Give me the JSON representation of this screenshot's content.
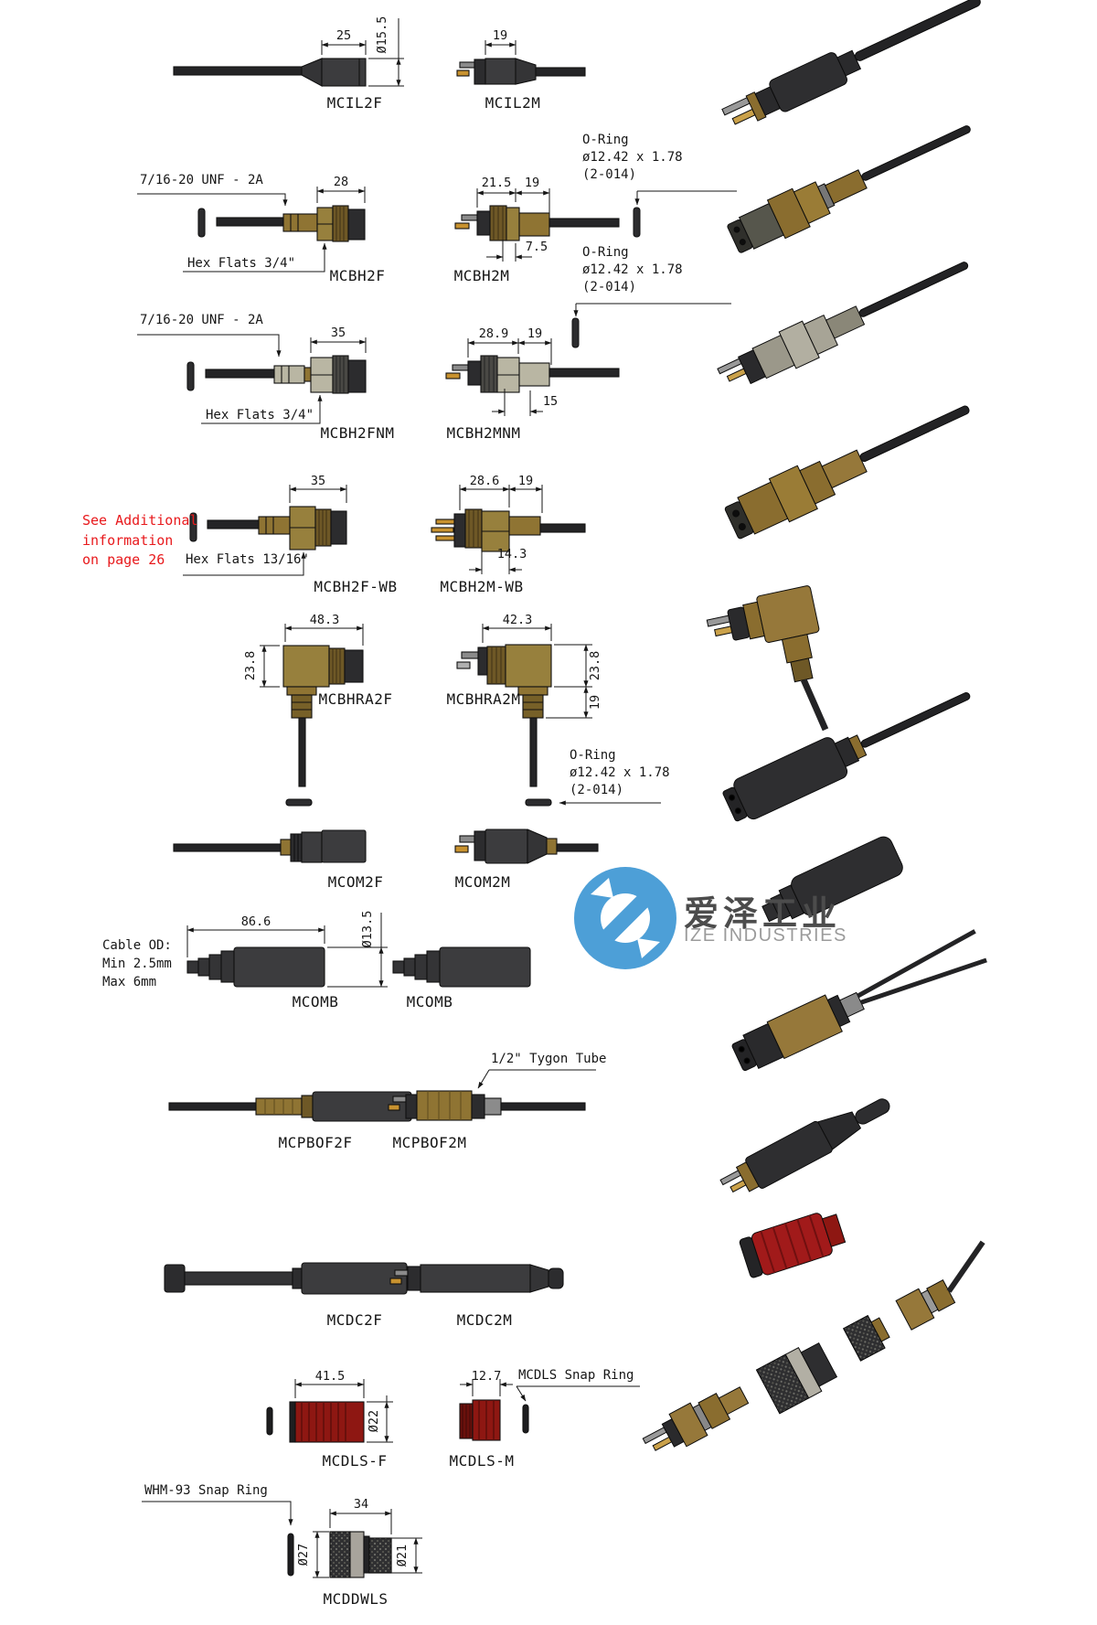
{
  "watermark": {
    "cn": "爱泽工业",
    "en": "IZE INDUSTRIES",
    "logo_color": "#4d9fd7"
  },
  "note_page26": {
    "l1": "See Additional",
    "l2": "information",
    "l3": "on page 26"
  },
  "oring": {
    "l1": "O-Ring",
    "l2": "ø12.42 x 1.78",
    "l3": "(2-014)"
  },
  "cable_od": {
    "l1": "Cable OD:",
    "l2": "Min 2.5mm",
    "l3": "Max 6mm"
  },
  "callouts": {
    "unf": "7/16-20 UNF - 2A",
    "hex34": "Hex Flats 3/4\"",
    "hex1316": "Hex Flats 13/16\"",
    "tygon": "1/2\" Tygon Tube",
    "mcdls_snap": "MCDLS Snap Ring",
    "whm_snap": "WHM-93 Snap Ring"
  },
  "figs": {
    "mcil2f": {
      "label": "MCIL2F",
      "d1": "25",
      "d2": "Ø15.5"
    },
    "mcil2m": {
      "label": "MCIL2M",
      "d1": "19"
    },
    "mcbh2f": {
      "label": "MCBH2F",
      "d1": "28"
    },
    "mcbh2m": {
      "label": "MCBH2M",
      "d1": "21.5",
      "d2": "19",
      "d3": "7.5"
    },
    "mcbh2fnm": {
      "label": "MCBH2FNM",
      "d1": "35"
    },
    "mcbh2mnm": {
      "label": "MCBH2MNM",
      "d1": "28.9",
      "d2": "19",
      "d3": "15"
    },
    "mcbh2fwb": {
      "label": "MCBH2F-WB",
      "d1": "35"
    },
    "mcbh2mwb": {
      "label": "MCBH2M-WB",
      "d1": "28.6",
      "d2": "19",
      "d3": "14.3"
    },
    "mcbhra2f": {
      "label": "MCBHRA2F",
      "d1": "48.3",
      "d2": "23.8"
    },
    "mcbhra2m": {
      "label": "MCBHRA2M",
      "d1": "42.3",
      "d2": "23.8",
      "d3": "19"
    },
    "mcom2f": {
      "label": "MCOM2F"
    },
    "mcom2m": {
      "label": "MCOM2M"
    },
    "mcomb1": {
      "label": "MCOMB",
      "d1": "86.6",
      "d2": "Ø13.5"
    },
    "mcomb2": {
      "label": "MCOMB"
    },
    "mcpbof2f": {
      "label": "MCPBOF2F"
    },
    "mcpbof2m": {
      "label": "MCPBOF2M"
    },
    "mcdc2f": {
      "label": "MCDC2F"
    },
    "mcdc2m": {
      "label": "MCDC2M"
    },
    "mcdlsf": {
      "label": "MCDLS-F",
      "d1": "41.5",
      "d2": "Ø22"
    },
    "mcdlsm": {
      "label": "MCDLS-M",
      "d1": "12.7"
    },
    "mcddwls": {
      "label": "MCDDWLS",
      "d1": "34",
      "d2": "Ø27",
      "d3": "Ø21"
    }
  }
}
